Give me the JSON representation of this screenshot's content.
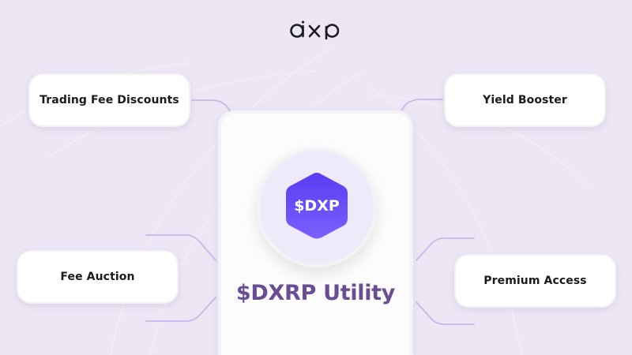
{
  "brand": {
    "logo_text": "dxp",
    "logo_icon": "dxp-logo-icon"
  },
  "center": {
    "token_symbol": "$DXP",
    "title": "$DXRP Utility",
    "token_icon": "hexagon-token-icon"
  },
  "features": [
    {
      "label": "Trading Fee Discounts",
      "position": "top-left"
    },
    {
      "label": "Yield Booster",
      "position": "top-right"
    },
    {
      "label": "Fee Auction",
      "position": "bottom-left"
    },
    {
      "label": "Premium Access",
      "position": "bottom-right"
    }
  ],
  "colors": {
    "background": "#ece6f5",
    "accent_purple": "#6245f5",
    "title_purple": "#6a4d93",
    "connector": "#c6b9ea",
    "card": "#ffffff",
    "text": "#1b1b1b"
  }
}
